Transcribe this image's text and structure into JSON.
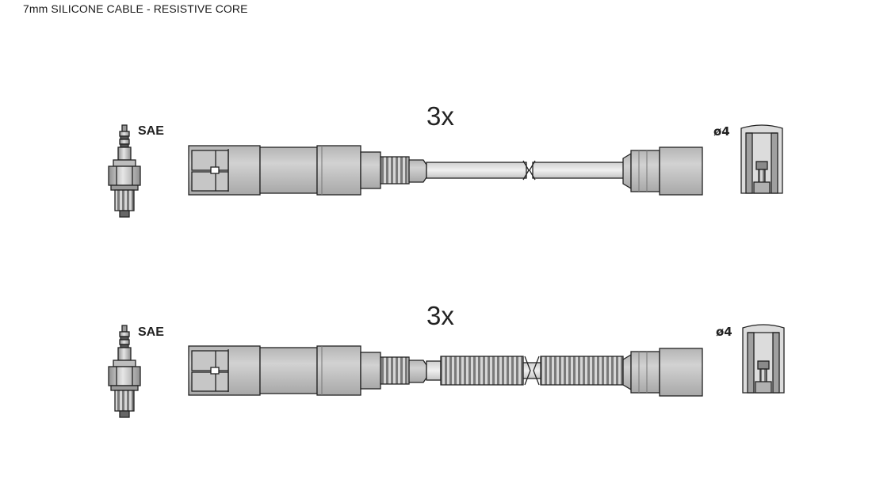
{
  "header": {
    "note": "7mm SILICONE CABLE - RESISTIVE CORE"
  },
  "rows": [
    {
      "quantity": "3x",
      "plug_standard": "SAE",
      "terminal_size": "ø4",
      "cable_type": "smooth"
    },
    {
      "quantity": "3x",
      "plug_standard": "SAE",
      "terminal_size": "ø4",
      "cable_type": "ribbed"
    }
  ],
  "colors": {
    "part_fill": "#c8c8c8",
    "part_dark": "#9a9a9a",
    "outline": "#222222",
    "background": "#ffffff"
  }
}
